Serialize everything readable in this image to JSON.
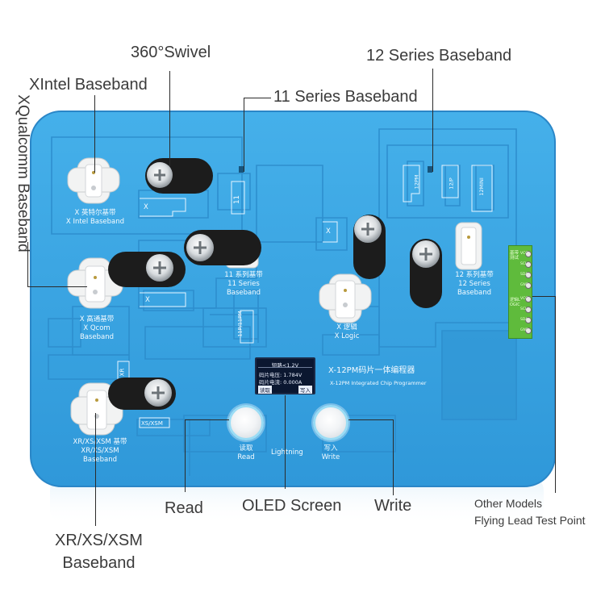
{
  "callouts": {
    "swivel": "360°Swivel",
    "twelve_series": "12 Series Baseband",
    "xintel": "XIntel Baseband",
    "eleven_series": "11 Series Baseband",
    "xqualcomm": "XQualcomm Baseband",
    "read": "Read",
    "oled": "OLED Screen",
    "write": "Write",
    "other_models_line1": "Other Models",
    "other_models_line2": "Flying Lead Test Point",
    "xr_line1": "XR/XS/XSM",
    "xr_line2": "Baseband"
  },
  "board": {
    "x_intel": [
      "X 英特尔基带",
      "X  Intel Baseband"
    ],
    "x_label_top": "X",
    "eleven_vertical": "11",
    "eleven_series": [
      "11 系列基带",
      "11  Series",
      "Baseband"
    ],
    "x_qcom": [
      "X 高通基带",
      "X  Qcom",
      "Baseband"
    ],
    "x_logic": [
      "X 逻辑",
      "X Logic"
    ],
    "twelve_series": [
      "12 系列基带",
      "12  Series",
      "Baseband"
    ],
    "twelve_slots": [
      "12PM",
      "12/P",
      "12MINI"
    ],
    "eleven_pm_slot": "11P/11PM",
    "xr_vertical": "XR",
    "xs_xsm_slot": "XS/XSM",
    "xr_baseband": [
      "XR/XS/XSM 基带",
      "XR/XS/XSM",
      "Baseband"
    ],
    "product_title": "X-12PM码片一体编程器",
    "product_subtitle": "X-12PM Integrated Chip Programmer",
    "read_button": [
      "读取",
      "Read"
    ],
    "lightning": "Lightning",
    "write_button": [
      "写入",
      "Write"
    ],
    "x_small_1": "X",
    "x_small_2": "X"
  },
  "oled": {
    "title": "短路<1.2V",
    "voltage": "码片电压: 1.784V",
    "current": "码片电流: 0.000A",
    "left_soft_key": "读取",
    "right_soft_key": "写入"
  },
  "flying_lead": {
    "top_header": "基带测试",
    "bottom_header": "逻辑LOGIC",
    "pins": [
      "VCC",
      "SCL",
      "SDA",
      "GND",
      "VCC",
      "SCL",
      "SDA",
      "GND"
    ]
  },
  "colors": {
    "board_blue": "#3aa6e3",
    "board_edge": "#2a86c7",
    "knob_black": "#1c1c1c",
    "flying_lead_green": "#5fbb3c"
  }
}
